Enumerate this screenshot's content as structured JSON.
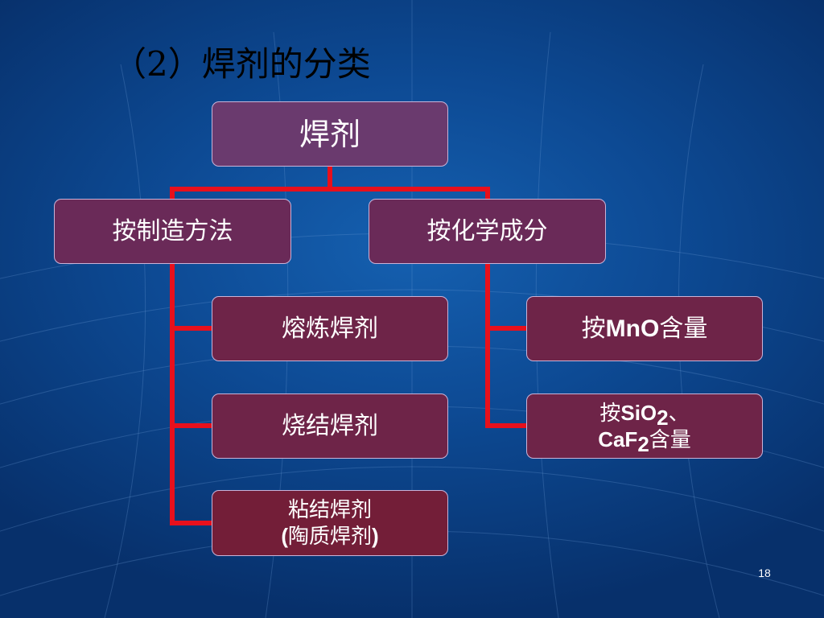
{
  "title": "（2）焊剂的分类",
  "nodes": {
    "root": "焊剂",
    "by_manufacturing_method": "按制造方法",
    "by_chemical_composition": "按化学成分",
    "fused_flux": "熔炼焊剂",
    "sintered_flux": "烧结焊剂",
    "bonded_flux": {
      "line1": "粘结焊剂",
      "line2_open": "(",
      "line2_text": "陶质焊剂",
      "line2_close": ")"
    },
    "mno_content": {
      "prefix": "按",
      "formula": "MnO",
      "suffix": "含量"
    },
    "sio2_caf2_content": {
      "prefix": "按",
      "sio2_main": "SiO",
      "sio2_sub": "2",
      "sep": "、",
      "caf2_main": "CaF",
      "caf2_sub": "2",
      "suffix": "含量"
    }
  },
  "page_number": "18",
  "colors": {
    "background": "#0d4a94",
    "connector": "#e8101c",
    "node_border": "#c9b3d8",
    "node_fill_root": "#6a3a6e",
    "node_fill_level1": "#6a2a58",
    "node_fill_level2": "#6e2448",
    "node_fill_level3": "#731e38",
    "title_text": "#000000",
    "node_text": "#ffffff"
  }
}
